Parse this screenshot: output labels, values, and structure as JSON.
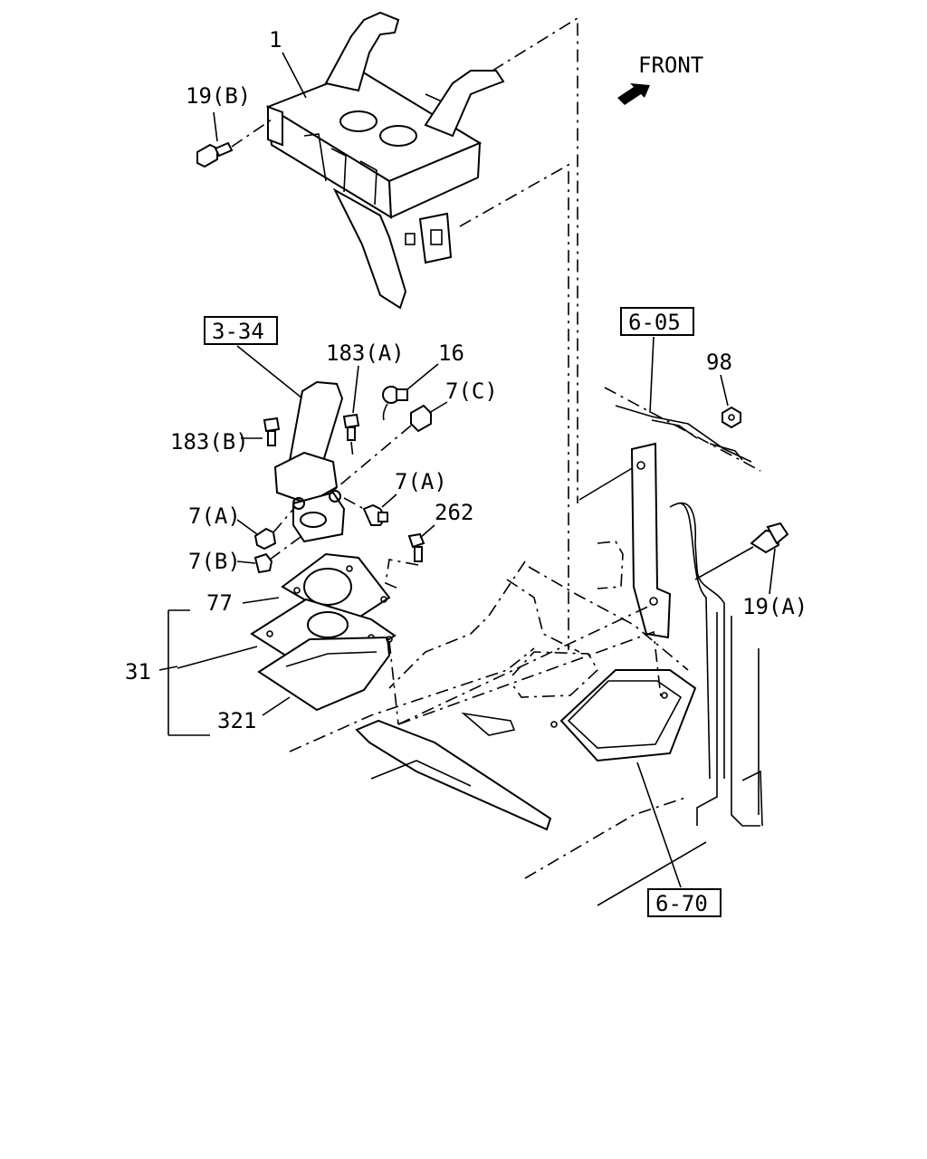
{
  "labels": {
    "front": "FRONT",
    "p1": "1",
    "p19b": "19(B)",
    "ref334": "3-34",
    "p183a": "183(A)",
    "p16": "16",
    "p7c": "7(C)",
    "p183b": "183(B)",
    "p7a_right": "7(A)",
    "p7a_left": "7(A)",
    "p262": "262",
    "p7b": "7(B)",
    "p77": "77",
    "p31": "31",
    "p321": "321",
    "ref605": "6-05",
    "p98": "98",
    "p19a": "19(A)",
    "ref670": "6-70"
  }
}
